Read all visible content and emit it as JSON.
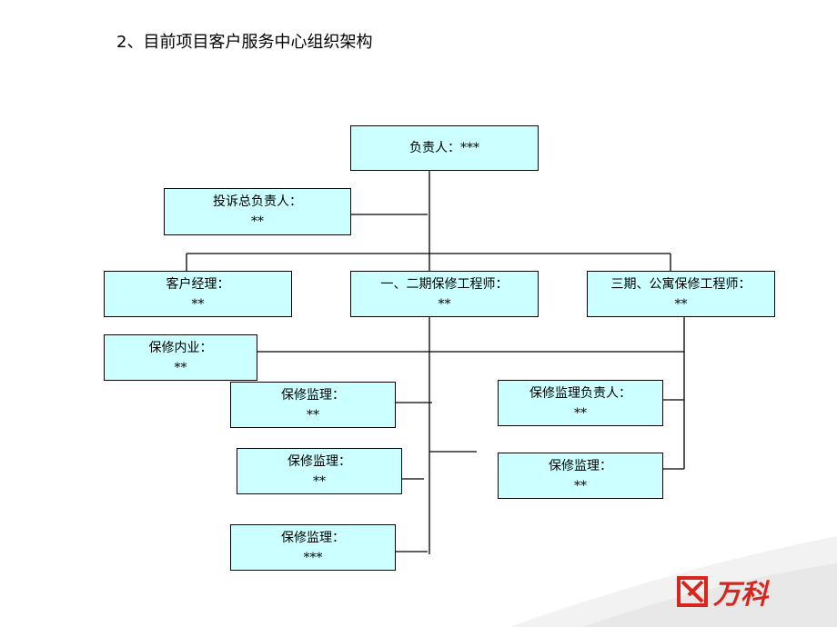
{
  "page": {
    "title": "2、目前项目客户服务中心组织架构"
  },
  "colors": {
    "box_fill": "#ccffff",
    "line": "#000000",
    "brand_red": "#d7261e"
  },
  "org": {
    "head": {
      "role": "负责人：***",
      "name": ""
    },
    "complaint": {
      "role": "投诉总负责人：",
      "name": "**"
    },
    "account": {
      "role": "客户经理：",
      "name": "**"
    },
    "eng12": {
      "role": "一、二期保修工程师：",
      "name": "**"
    },
    "eng3": {
      "role": "三期、公寓保修工程师：",
      "name": "**"
    },
    "office": {
      "role": "保修内业：",
      "name": "**"
    },
    "sup1": {
      "role": "保修监理：",
      "name": "**"
    },
    "sup2": {
      "role": "保修监理：",
      "name": "**"
    },
    "sup3": {
      "role": "保修监理：",
      "name": "***"
    },
    "sup_lead": {
      "role": "保修监理负责人：",
      "name": "**"
    },
    "sup4": {
      "role": "保修监理：",
      "name": "**"
    }
  },
  "logo": {
    "text": "万科",
    "icon": "vanke-logo-icon"
  }
}
